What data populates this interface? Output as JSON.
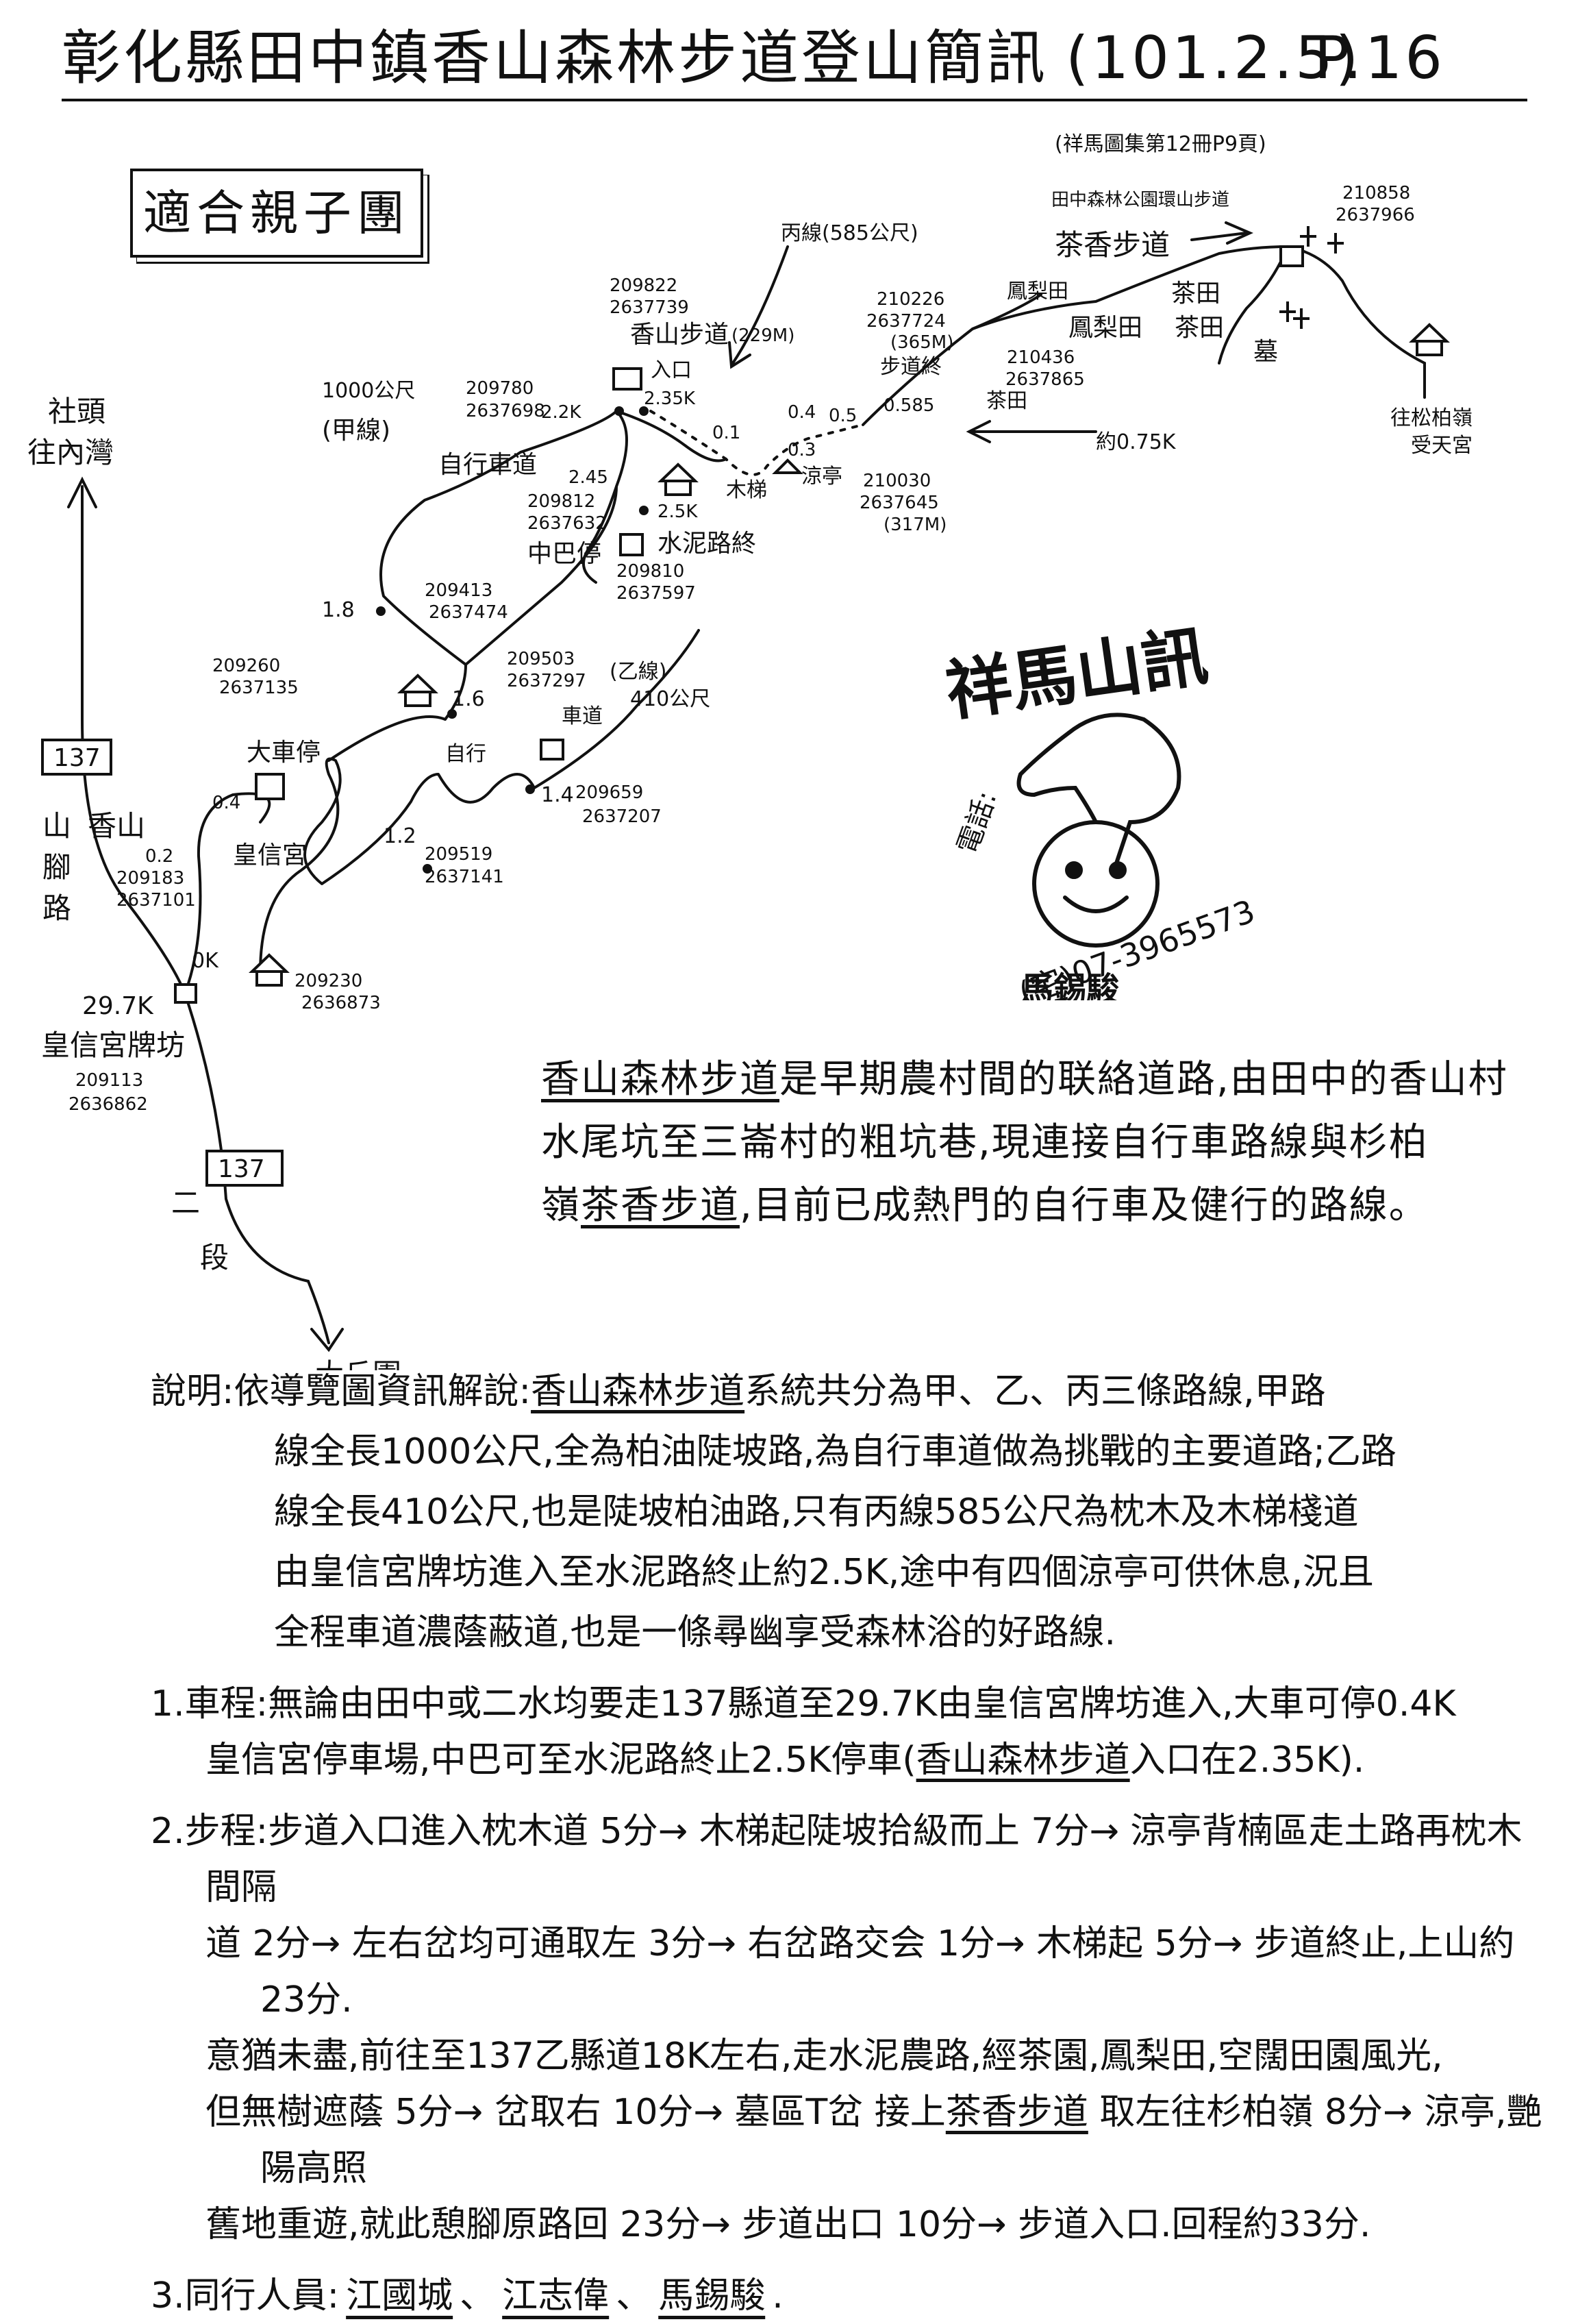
{
  "header": {
    "title": "彰化縣田中鎮香山森林步道登山簡訊",
    "date": "(101.2.5)",
    "page": "P.16"
  },
  "badge": "適合親子團",
  "map": {
    "north_label_top": "社頭",
    "north_label_bottom": "往內灣",
    "route_sign_a": "137",
    "route_sign_b": "137",
    "road_left_1": "山",
    "road_left_2": "腳",
    "road_left_3": "路",
    "road_bottom_1": "二",
    "road_bottom_2": "段",
    "south_label": "大丘園",
    "start_km": "29.7K",
    "start_name": "皇信宮牌坊",
    "start_coord_1": "209113",
    "start_coord_2": "2636862",
    "ok": "0K",
    "village": "香山",
    "v_km": "0.2",
    "v_coord_1": "209183",
    "v_coord_2": "2637101",
    "km04": "0.4",
    "temple": "皇信宮",
    "bus_park": "大車停",
    "bus_coord_1": "209260",
    "bus_coord_2": "2637135",
    "pav_coord_1": "209230",
    "pav_coord_2": "2636873",
    "km12": "1.2",
    "km12_coord_1": "209519",
    "km12_coord_2": "2637141",
    "bike_lane": "自行",
    "km14": "1.4",
    "km14_coord_1": "209659",
    "km14_coord_2": "2637207",
    "route_b": "(乙線)",
    "route_b_len": "410公尺",
    "route_b_road": "車道",
    "km16": "1.6",
    "km16_coord_1": "209503",
    "km16_coord_2": "2637297",
    "km18": "1.8",
    "km18_coord_1": "209413",
    "km18_coord_2": "2637474",
    "route_a_len": "1000公尺",
    "route_a": "(甲線)",
    "bikeway": "自行車道",
    "km22": "2.2K",
    "km22_coord_1": "209780",
    "km22_coord_2": "2637698",
    "km245": "2.45",
    "mid_coord_1": "209812",
    "mid_coord_2": "2637632",
    "mid_park": "中巴停",
    "km25": "2.5K",
    "cement_end": "水泥路終",
    "cement_coord_1": "209810",
    "cement_coord_2": "2637597",
    "km235": "2.35K",
    "trail_entry": "入口",
    "trail_name": "香山步道",
    "trail_alt": "(229M)",
    "trail_coord_1": "209822",
    "trail_coord_2": "2637739",
    "route_c": "丙線(585公尺)",
    "d01": "0.1",
    "d03": "0.3",
    "d04": "0.4",
    "d05": "0.5",
    "d0585": "0.585",
    "stairs": "木梯",
    "pavilion": "涼亭",
    "pav_top_coord_1": "210030",
    "pav_top_coord_2": "2637645",
    "pav_top_alt": "(317M)",
    "end_coord_1": "210226",
    "end_coord_2": "2637724",
    "end_alt": "(365M)",
    "trail_end": "步道終",
    "tea_trail": "茶香步道",
    "pear_field": "鳳梨田",
    "pear_field_2": "鳳梨田",
    "tea_field_1": "茶田",
    "tea_field_2": "茶田",
    "tea_field_3": "茶田",
    "tea_coord_1": "210436",
    "tea_coord_2": "2637865",
    "graves": "墓",
    "dist": "約0.75K",
    "ref": "(祥馬圖集第12冊P9頁)",
    "ring_trail": "田中森林公園環山步道",
    "ring_coord_1": "210858",
    "ring_coord_2": "2637966",
    "to_temple_1": "往松柏嶺",
    "to_temple_2": "受天宮"
  },
  "seal": {
    "top": "祥馬山訊",
    "phone_label": "電話:",
    "phone": "(宅)07-3965573",
    "name": "馬錫駿"
  },
  "intro": {
    "trail": "香山森林步道",
    "l1": "是早期農村間的联絡道路,由田中的香山村",
    "l2": "水尾坑至三崙村的粗坑巷,現連接自行車路線與杉柏",
    "l3a": "嶺",
    "l3_tea": "茶香步道",
    "l3b": ",目前已成熱門的自行車及健行的路線。"
  },
  "notes": {
    "label": "說明:",
    "p1a": "依導覽圖資訊解說:",
    "p1_trail": "香山森林步道",
    "p1b": "系統共分為甲、乙、丙三條路線,甲路",
    "p1c": "線全長1000公尺,全為柏油陡坡路,為自行車道做為挑戰的主要道路;乙路",
    "p1d": "線全長410公尺,也是陡坡柏油路,只有丙線585公尺為枕木及木梯棧道",
    "p1e": "由皇信宮牌坊進入至水泥路終止約2.5K,途中有四個涼亭可供休息,況且",
    "p1f": "全程車道濃蔭蔽道,也是一條尋幽享受森林浴的好路線.",
    "p2a": "1.車程:無論由田中或二水均要走137縣道至29.7K由皇信宮牌坊進入,大車可停0.4K",
    "p2b_1": "皇信宮停車場,中巴可至水泥路終止2.5K停車(",
    "p2b_trail": "香山森林步道",
    "p2b_2": "入口在2.35K).",
    "p3a": "2.步程:步道入口進入枕木道 5分→ 木梯起陡坡拾級而上 7分→ 涼亭背楠區走土路再枕木間隔",
    "p3b": "道 2分→ 左右岔均可通取左 3分→ 右岔路交会 1分→ 木梯起 5分→ 步道終止,上山約23分.",
    "p3c": "意猶未盡,前往至137乙縣道18K左右,走水泥農路,經茶園,鳳梨田,空闊田園風光,",
    "p3d_1": "但無樹遮蔭 5分→ 岔取右 10分→ 墓區T岔 接上",
    "p3d_tea": "茶香步道",
    "p3d_2": " 取左往杉柏嶺 8分→ 涼亭,艷陽高照",
    "p3e": "舊地重遊,就此憩腳原路回 23分→ 步道出口 10分→ 步道入口.回程約33分.",
    "p4_label": "3.同行人員:",
    "p4_m1": "江國城",
    "p4_m2": "江志偉",
    "p4_m3": "馬錫駿"
  }
}
